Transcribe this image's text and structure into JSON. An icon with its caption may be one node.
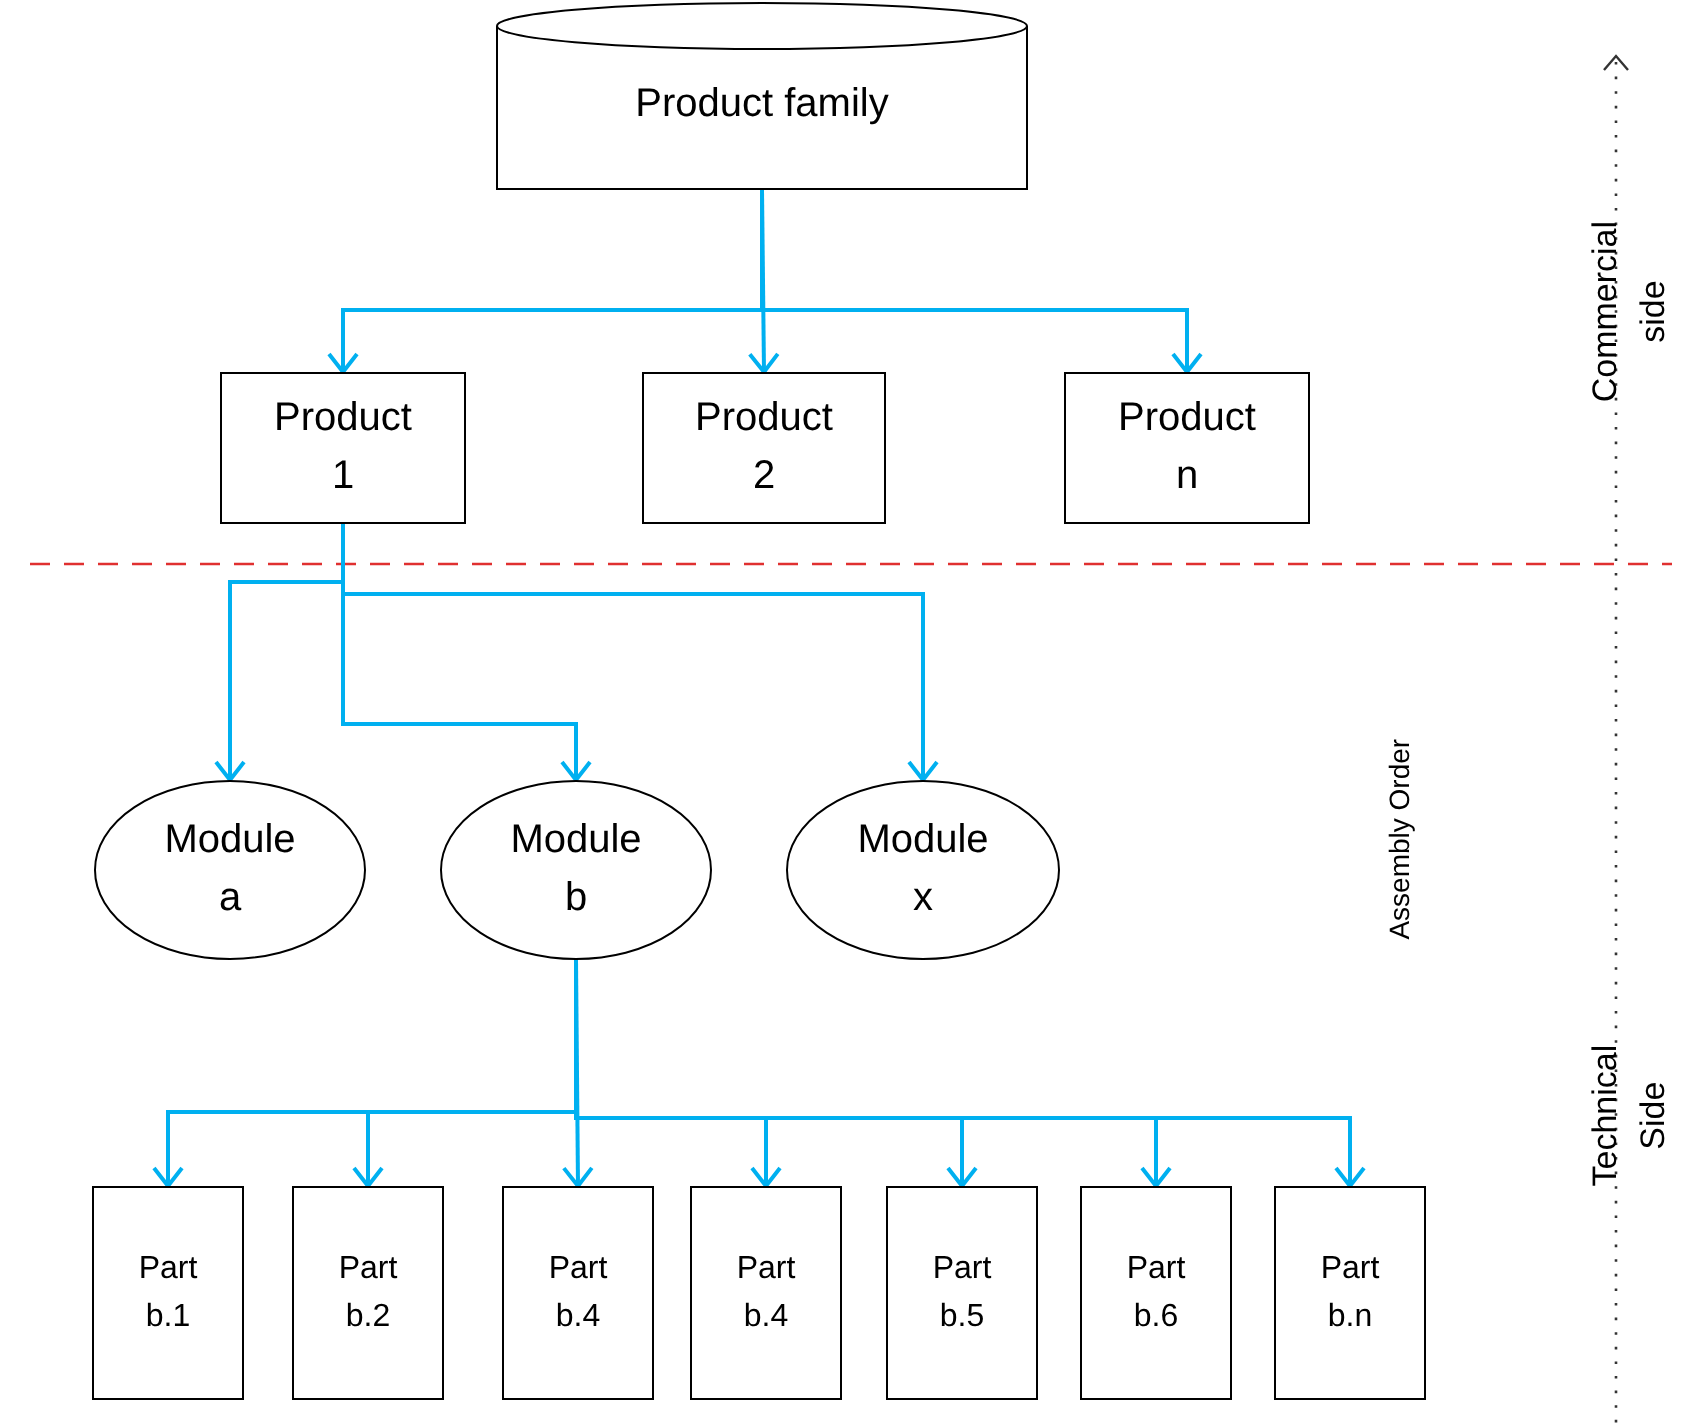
{
  "diagram": {
    "nodes": [
      {
        "text": [
          "Product family"
        ]
      },
      {
        "text": [
          "Product 1"
        ]
      },
      {
        "text": [
          "Product 2"
        ]
      },
      {
        "text": [
          "Product n"
        ]
      },
      {
        "text": [
          "Module a"
        ]
      },
      {
        "text": [
          "Module b"
        ]
      },
      {
        "text": [
          "Module x"
        ]
      },
      {
        "text": [
          "Part b.1"
        ]
      },
      {
        "text": [
          "Part b.2"
        ]
      },
      {
        "text": [
          "Part b.4"
        ]
      },
      {
        "text": [
          "Part b.4"
        ]
      },
      {
        "text": [
          "Part b.5"
        ]
      },
      {
        "text": [
          "Part b.6"
        ]
      },
      {
        "text": [
          "Part b.n"
        ]
      }
    ],
    "edges": [
      {
        "from": 0,
        "to": 1,
        "arrow": "to"
      },
      {
        "from": 0,
        "to": 2,
        "arrow": "to"
      },
      {
        "from": 0,
        "to": 3,
        "arrow": "to"
      },
      {
        "from": 1,
        "to": 4,
        "arrow": "to"
      },
      {
        "from": 1,
        "to": 5,
        "arrow": "to"
      },
      {
        "from": 1,
        "to": 6,
        "arrow": "to"
      },
      {
        "from": 5,
        "to": 7,
        "arrow": "to"
      },
      {
        "from": 5,
        "to": 8,
        "arrow": "to"
      },
      {
        "from": 5,
        "to": 9,
        "arrow": "to"
      },
      {
        "from": 5,
        "to": 10,
        "arrow": "to"
      },
      {
        "from": 5,
        "to": 11,
        "arrow": "to"
      },
      {
        "from": 5,
        "to": 12,
        "arrow": "to"
      },
      {
        "from": 5,
        "to": 13,
        "arrow": "to"
      }
    ],
    "labels": [
      "Commercial side",
      "Assembly Order",
      "Technical Side"
    ]
  }
}
